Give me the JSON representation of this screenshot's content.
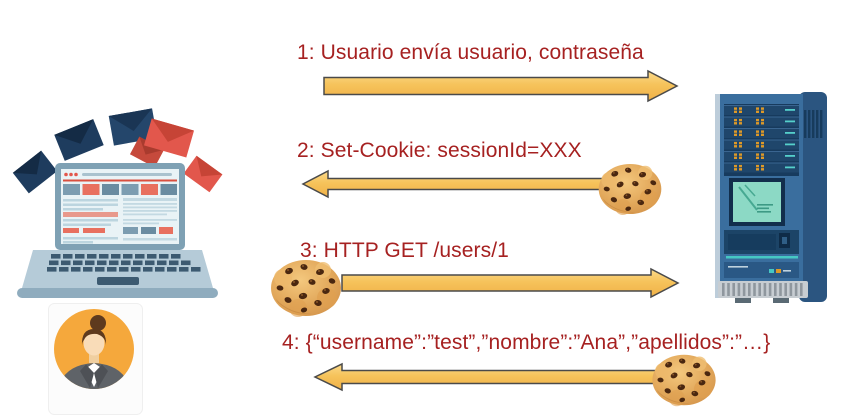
{
  "diagram": {
    "type": "sequence-flow",
    "messages": [
      {
        "step": "1",
        "label": "1: Usuario envía usuario, contraseña",
        "direction": "client-to-server",
        "cookie_attached": false
      },
      {
        "step": "2",
        "label": "2: Set-Cookie: sessionId=XXX",
        "direction": "server-to-client",
        "cookie_attached": true,
        "cookie_position": "right-end"
      },
      {
        "step": "3",
        "label": "3: HTTP GET /users/1",
        "direction": "client-to-server",
        "cookie_attached": true,
        "cookie_position": "left-end"
      },
      {
        "step": "4",
        "label": "4: {“username”:”test”,”nombre”:”Ana”,”apellidos”:”…}",
        "direction": "server-to-client",
        "cookie_attached": true,
        "cookie_position": "right-end"
      }
    ],
    "actors": {
      "client": {
        "icons": [
          "laptop-with-mail-illustration",
          "businesswoman-avatar"
        ]
      },
      "server": {
        "icons": [
          "server-tower-illustration"
        ]
      }
    },
    "colors": {
      "message_text": "#A62121",
      "arrow_fill": "#F6C35B",
      "arrow_stroke": "#4A4A4A",
      "cookie_base": "#E2A85B",
      "cookie_chip": "#4A2710",
      "avatar_circle": "#F5A83C",
      "server_blue": "#3A6E9E",
      "envelope_navy": "#1E3C5E",
      "envelope_red": "#E2574C",
      "background": "#FFFFFF"
    }
  }
}
